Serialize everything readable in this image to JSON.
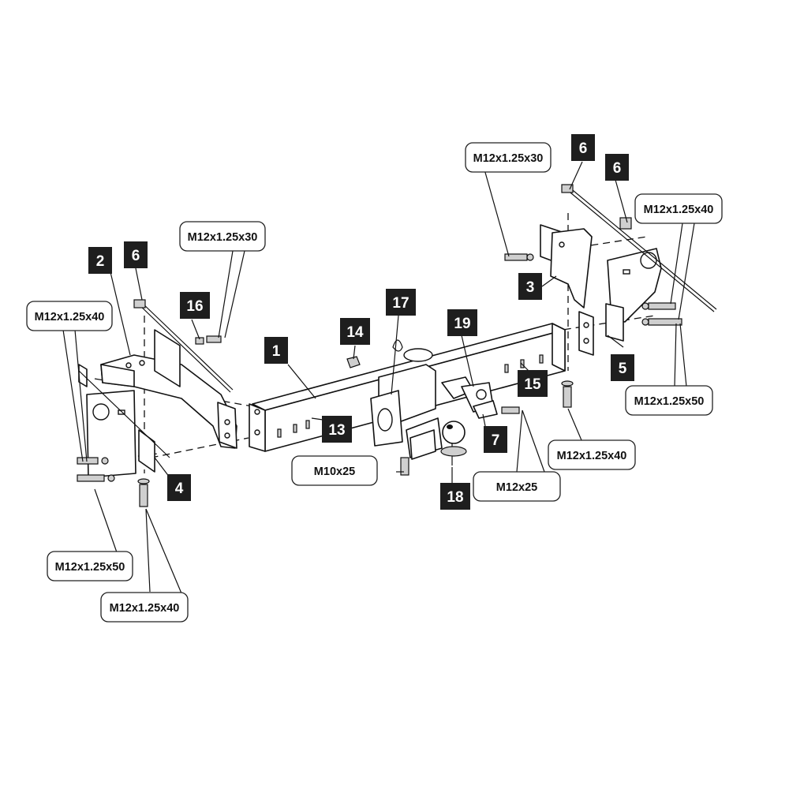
{
  "callouts": {
    "c1": "1",
    "c2": "2",
    "c3": "3",
    "c4": "4",
    "c5": "5",
    "c6a": "6",
    "c6b": "6",
    "c6c": "6",
    "c7": "7",
    "c13": "13",
    "c14": "14",
    "c15": "15",
    "c16": "16",
    "c17": "17",
    "c18": "18",
    "c19": "19"
  },
  "specs": {
    "left_top_m30": "M12x1.25x30",
    "left_m40": "M12x1.25x40",
    "left_m50": "M12x1.25x50",
    "left_bottom_m40": "M12x1.25x40",
    "center_m10x25": "M10x25",
    "center_m12x25": "M12x25",
    "right_top_m30": "M12x1.25x30",
    "right_m40": "M12x1.25x40",
    "right_m50": "M12x1.25x50",
    "right_bottom_m40": "M12x1.25x40"
  }
}
